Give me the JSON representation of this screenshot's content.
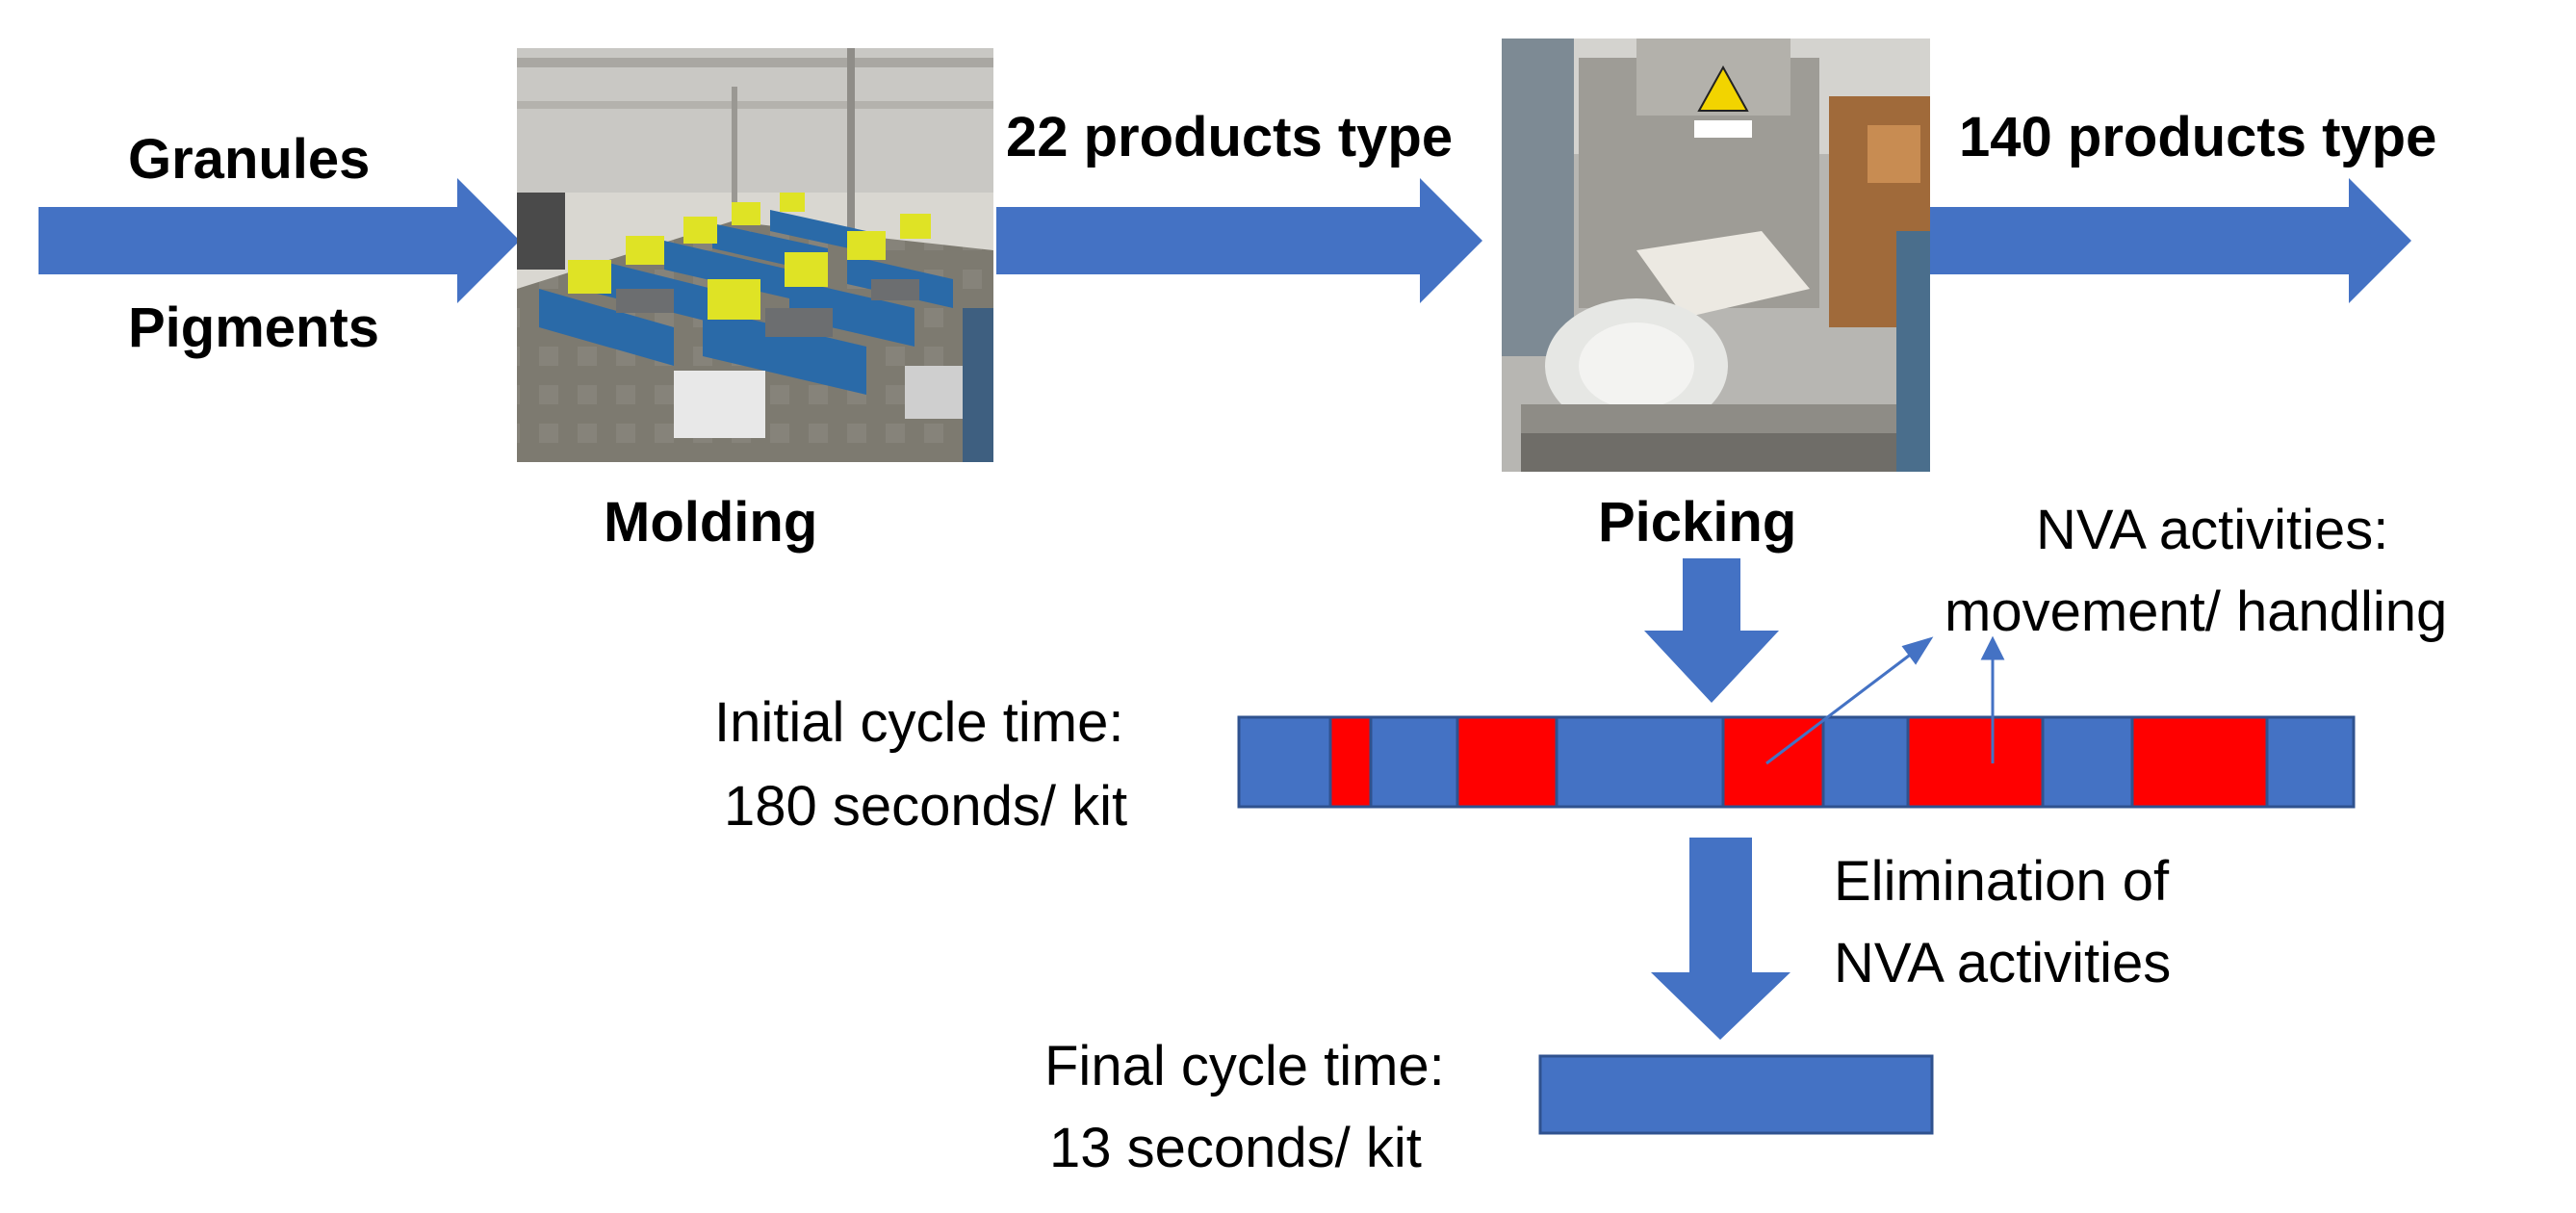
{
  "colors": {
    "arrow": "#4472C4",
    "nva": "#FF0000",
    "va": "#4472C4",
    "bar_border": "#2F528F",
    "text": "#000000"
  },
  "inputs": {
    "granules": "Granules",
    "pigments": "Pigments"
  },
  "molding": {
    "label": "Molding",
    "output": "22 products type",
    "photo": "injection-molding-machines-photo"
  },
  "picking": {
    "label": "Picking",
    "output": "140 products type",
    "photo": "picking-wrapping-machine-photo"
  },
  "initial": {
    "line1": "Initial cycle time:",
    "line2": "180 seconds/ kit"
  },
  "nva_note": {
    "line1": "NVA activities:",
    "line2": "movement/ handling"
  },
  "elimination": {
    "line1": "Elimination of",
    "line2": "NVA activities"
  },
  "final": {
    "line1": "Final cycle time:",
    "line2": "13 seconds/ kit"
  }
}
